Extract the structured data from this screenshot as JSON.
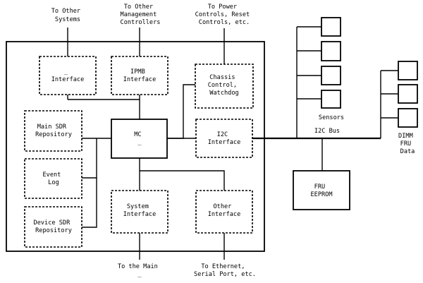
{
  "external": {
    "other_systems": [
      "To Other",
      "Systems"
    ],
    "other_mgmt": [
      "To Other",
      "Management",
      "Controllers"
    ],
    "power": [
      "To Power",
      "Controls, Reset",
      "Controls, etc."
    ],
    "to_main": [
      "To the Main",
      "_"
    ],
    "to_ethernet": [
      "To Ethernet,",
      "Serial Port, etc."
    ]
  },
  "boxes": {
    "interface_top": [
      "_",
      "Interface"
    ],
    "ipmb_interface": [
      "IPMB",
      "Interface"
    ],
    "chassis_control": [
      "Chassis",
      "Control,",
      "Watchdog"
    ],
    "main_sdr": [
      "Main SDR",
      "Repository"
    ],
    "mc": [
      "MC",
      "_"
    ],
    "i2c_interface": [
      "I2C",
      "Interface"
    ],
    "event_log": [
      "Event",
      "Log"
    ],
    "device_sdr": [
      "Device SDR",
      "Repository"
    ],
    "system_interface": [
      "System",
      "Interface"
    ],
    "other_interface": [
      "Other",
      "Interface"
    ],
    "fru_eeprom": [
      "FRU",
      "EEPROM"
    ]
  },
  "labels": {
    "sensors": "Sensors",
    "i2c_bus": "I2C Bus",
    "dimm_fru": [
      "DIMM",
      "FRU",
      "Data"
    ]
  }
}
